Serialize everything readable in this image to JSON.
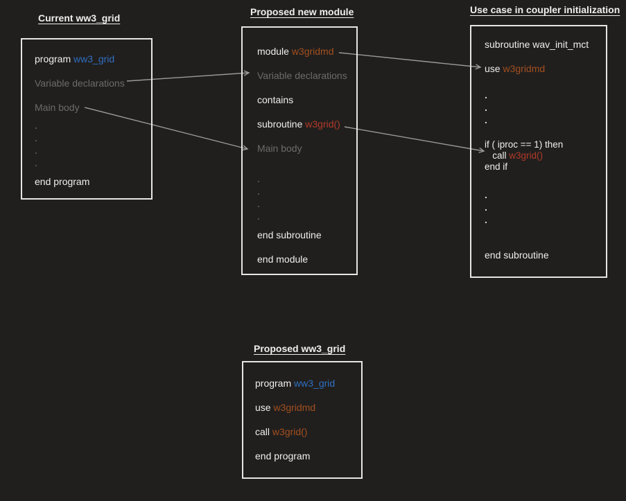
{
  "colors": {
    "background": "#211f1e",
    "box_border": "#e8e6e4",
    "text_primary": "#f1efed",
    "text_muted": "#6e6a67",
    "accent_blue": "#2e6fc0",
    "accent_orange": "#a24f1e",
    "accent_red": "#b23a27",
    "arrow": "#9a9a9a",
    "dot_dim": "#555150",
    "dot_bright": "#dcdad8"
  },
  "panels": [
    {
      "title": "Current ww3_grid",
      "lines": [
        {
          "kind": "code",
          "segments": [
            {
              "text": "program ",
              "style": "plain"
            },
            {
              "text": "ww3_grid",
              "style": "blue"
            }
          ]
        },
        {
          "kind": "code",
          "segments": [
            {
              "text": "Variable declarations",
              "style": "muted"
            }
          ]
        },
        {
          "kind": "code",
          "segments": [
            {
              "text": "Main body",
              "style": "muted"
            }
          ]
        },
        {
          "kind": "dot",
          "segments": [
            {
              "text": ".",
              "style": "dot-dim"
            }
          ]
        },
        {
          "kind": "dot",
          "segments": [
            {
              "text": ".",
              "style": "dot-dim"
            }
          ]
        },
        {
          "kind": "dot",
          "segments": [
            {
              "text": ".",
              "style": "dot-dim"
            }
          ]
        },
        {
          "kind": "dot",
          "segments": [
            {
              "text": ".",
              "style": "dot-dim"
            }
          ]
        },
        {
          "kind": "code",
          "segments": [
            {
              "text": "end program",
              "style": "plain"
            }
          ]
        }
      ]
    },
    {
      "title": "Proposed new module",
      "lines": [
        {
          "kind": "code",
          "segments": [
            {
              "text": "module ",
              "style": "plain"
            },
            {
              "text": "w3gridmd",
              "style": "orange"
            }
          ]
        },
        {
          "kind": "code",
          "segments": [
            {
              "text": "Variable declarations",
              "style": "muted"
            }
          ]
        },
        {
          "kind": "code",
          "segments": [
            {
              "text": "contains",
              "style": "plain"
            }
          ]
        },
        {
          "kind": "code",
          "segments": [
            {
              "text": "subroutine ",
              "style": "plain"
            },
            {
              "text": "w3grid()",
              "style": "red"
            }
          ]
        },
        {
          "kind": "code",
          "segments": [
            {
              "text": "Main body",
              "style": "muted"
            }
          ]
        },
        {
          "kind": "gap-md",
          "segments": []
        },
        {
          "kind": "dot",
          "segments": [
            {
              "text": ".",
              "style": "dot-dim"
            }
          ]
        },
        {
          "kind": "dot",
          "segments": [
            {
              "text": ".",
              "style": "dot-dim"
            }
          ]
        },
        {
          "kind": "dot",
          "segments": [
            {
              "text": ".",
              "style": "dot-dim"
            }
          ]
        },
        {
          "kind": "dot",
          "segments": [
            {
              "text": ".",
              "style": "dot-dim"
            }
          ]
        },
        {
          "kind": "code",
          "segments": [
            {
              "text": "end subroutine",
              "style": "plain"
            }
          ]
        },
        {
          "kind": "code",
          "segments": [
            {
              "text": "end module",
              "style": "plain"
            }
          ]
        }
      ]
    },
    {
      "title": "Use case in coupler initialization",
      "lines": [
        {
          "kind": "code",
          "segments": [
            {
              "text": "subroutine wav_init_mct",
              "style": "plain"
            }
          ]
        },
        {
          "kind": "code",
          "segments": [
            {
              "text": "use ",
              "style": "plain"
            },
            {
              "text": "w3gridmd",
              "style": "orange"
            }
          ]
        },
        {
          "kind": "gap-sm",
          "segments": []
        },
        {
          "kind": "dot",
          "segments": [
            {
              "text": ".",
              "style": "dot-bright"
            }
          ]
        },
        {
          "kind": "dot",
          "segments": [
            {
              "text": ".",
              "style": "dot-bright"
            }
          ]
        },
        {
          "kind": "dot",
          "segments": [
            {
              "text": ".",
              "style": "dot-bright"
            }
          ]
        },
        {
          "kind": "gap-md",
          "segments": []
        },
        {
          "kind": "tight",
          "segments": [
            {
              "text": "if ( iproc == 1) then",
              "style": "plain"
            }
          ]
        },
        {
          "kind": "tight",
          "segments": [
            {
              "text": "   call ",
              "style": "plain"
            },
            {
              "text": "w3grid()",
              "style": "red"
            }
          ]
        },
        {
          "kind": "tight",
          "segments": [
            {
              "text": "end if",
              "style": "plain"
            }
          ]
        },
        {
          "kind": "gap-lg",
          "segments": []
        },
        {
          "kind": "dot",
          "segments": [
            {
              "text": ".",
              "style": "dot-bright"
            }
          ]
        },
        {
          "kind": "dot",
          "segments": [
            {
              "text": ".",
              "style": "dot-bright"
            }
          ]
        },
        {
          "kind": "dot",
          "segments": [
            {
              "text": ".",
              "style": "dot-bright"
            }
          ]
        },
        {
          "kind": "gap-lg",
          "segments": []
        },
        {
          "kind": "code",
          "segments": [
            {
              "text": "end subroutine",
              "style": "plain"
            }
          ]
        }
      ]
    },
    {
      "title": "Proposed ww3_grid",
      "lines": [
        {
          "kind": "code",
          "segments": [
            {
              "text": "program ",
              "style": "plain"
            },
            {
              "text": "ww3_grid",
              "style": "blue"
            }
          ]
        },
        {
          "kind": "code",
          "segments": [
            {
              "text": "use ",
              "style": "plain"
            },
            {
              "text": "w3gridmd",
              "style": "orange"
            }
          ]
        },
        {
          "kind": "code",
          "segments": [
            {
              "text": "call ",
              "style": "plain"
            },
            {
              "text": "w3grid()",
              "style": "orange"
            }
          ]
        },
        {
          "kind": "code",
          "segments": [
            {
              "text": "end program",
              "style": "plain"
            }
          ]
        }
      ]
    }
  ],
  "connections": [
    {
      "from": "Current ww3_grid: Variable declarations",
      "to": "Proposed new module: Variable declarations"
    },
    {
      "from": "Current ww3_grid: Main body",
      "to": "Proposed new module: Main body"
    },
    {
      "from": "Proposed new module: module w3gridmd",
      "to": "Use case: use w3gridmd"
    },
    {
      "from": "Proposed new module: subroutine w3grid()",
      "to": "Use case: call w3grid()"
    }
  ]
}
